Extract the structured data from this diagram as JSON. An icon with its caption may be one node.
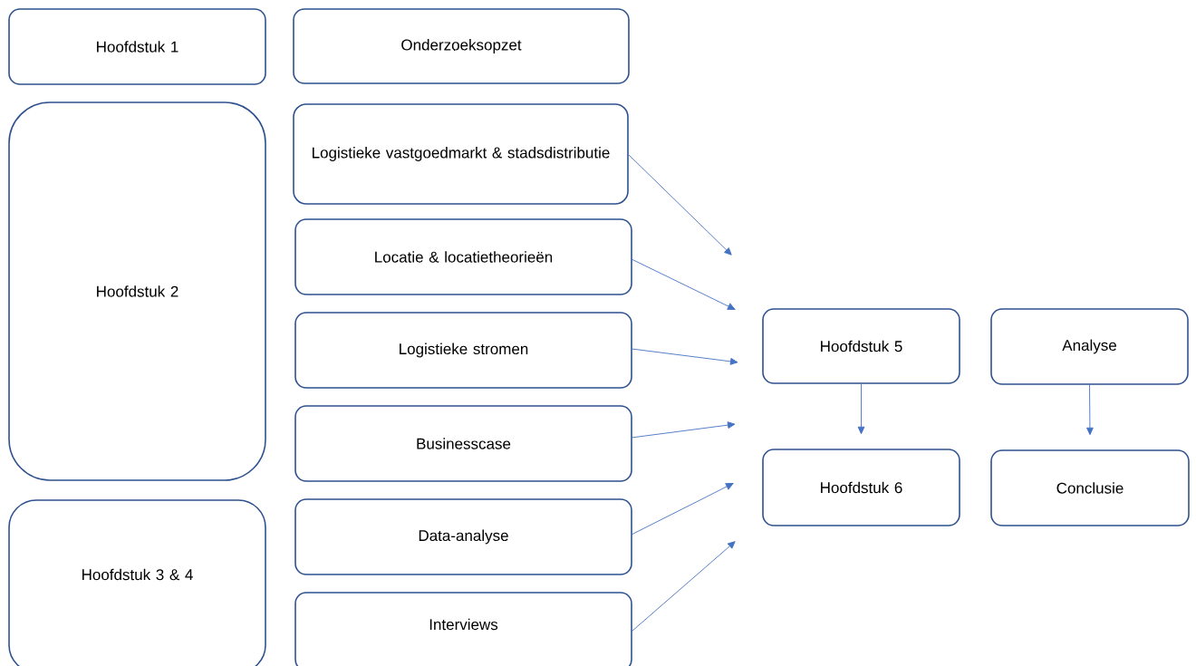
{
  "diagram": {
    "nodes": [
      {
        "text": [
          "Hoofdstuk 1"
        ]
      },
      {
        "text": [
          "Onderzoeksopzet"
        ]
      },
      {
        "text": [
          "Hoofdstuk 2"
        ]
      },
      {
        "text": [
          "Logistieke vastgoedmarkt & stadsdistributie"
        ]
      },
      {
        "text": [
          "Locatie & locatietheorieën"
        ]
      },
      {
        "text": [
          "Logistieke stromen"
        ]
      },
      {
        "text": [
          "Businesscase"
        ]
      },
      {
        "text": [
          "Hoofdstuk 3 & 4"
        ]
      },
      {
        "text": [
          "Data-analyse"
        ]
      },
      {
        "text": [
          "Interviews"
        ]
      },
      {
        "text": [
          "Hoofdstuk 5"
        ]
      },
      {
        "text": [
          "Analyse"
        ]
      },
      {
        "text": [
          "Hoofdstuk 6"
        ]
      },
      {
        "text": [
          "Conclusie"
        ]
      }
    ],
    "edges": [
      {
        "from": 3,
        "to": null,
        "arrow": "to"
      },
      {
        "from": 4,
        "to": null,
        "arrow": "to"
      },
      {
        "from": 5,
        "to": null,
        "arrow": "to"
      },
      {
        "from": 6,
        "to": null,
        "arrow": "to"
      },
      {
        "from": 8,
        "to": null,
        "arrow": "to"
      },
      {
        "from": 9,
        "to": null,
        "arrow": "to"
      },
      {
        "from": 10,
        "to": 12,
        "arrow": "to"
      },
      {
        "from": 11,
        "to": 13,
        "arrow": "to"
      }
    ]
  }
}
